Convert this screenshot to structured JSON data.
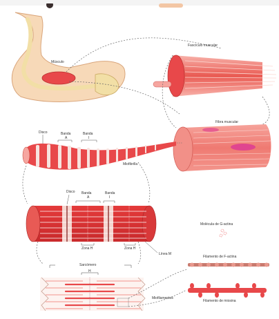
{
  "labels": {
    "musculo": "Músculo",
    "fasciculo": "Fascículo muscular",
    "fibra": "Fibra muscular",
    "disco_top": "Disco",
    "banda_a_top": "Banda",
    "banda_a_top_letter": "A",
    "banda_i_top": "Banda",
    "banda_i_top_letter": "I",
    "miofibrilla": "Miofibrilla",
    "disco_mid": "Disco",
    "banda_a_mid": "Banda",
    "banda_a_mid_letter": "A",
    "banda_i_mid": "Banda",
    "banda_i_mid_letter": "I",
    "zona_h_left": "Zona H",
    "zona_h_right": "Zona H",
    "linea_m": "Línea M",
    "sarcomero": "Sarcómero",
    "h_letter": "H",
    "miofilamentos": "Miofilamentos",
    "molecula_g_actina": "Molécula de G-actina",
    "filamento_f_actina": "Filamento de F-actina",
    "filamento_miosina": "Filamento de miosina"
  },
  "colors": {
    "muscle_red": "#e8484a",
    "muscle_light": "#f6a6a0",
    "muscle_pale": "#fbd8d2",
    "stripe": "#f7e3df",
    "bone": "#f2dfa6",
    "skin": "#f7d9b8",
    "magenta": "#e0458f",
    "header_accent": "#f3c6a4"
  }
}
